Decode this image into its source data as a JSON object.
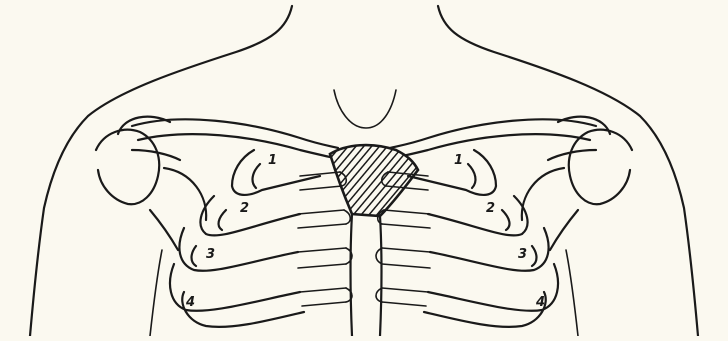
{
  "figure": {
    "background": "#fbf9f0",
    "ink": "#1a1a1a",
    "shaded_region": "manubrium",
    "rib_labels": {
      "left": [
        "1",
        "2",
        "3",
        "4"
      ],
      "right": [
        "1",
        "2",
        "3",
        "4"
      ]
    }
  }
}
